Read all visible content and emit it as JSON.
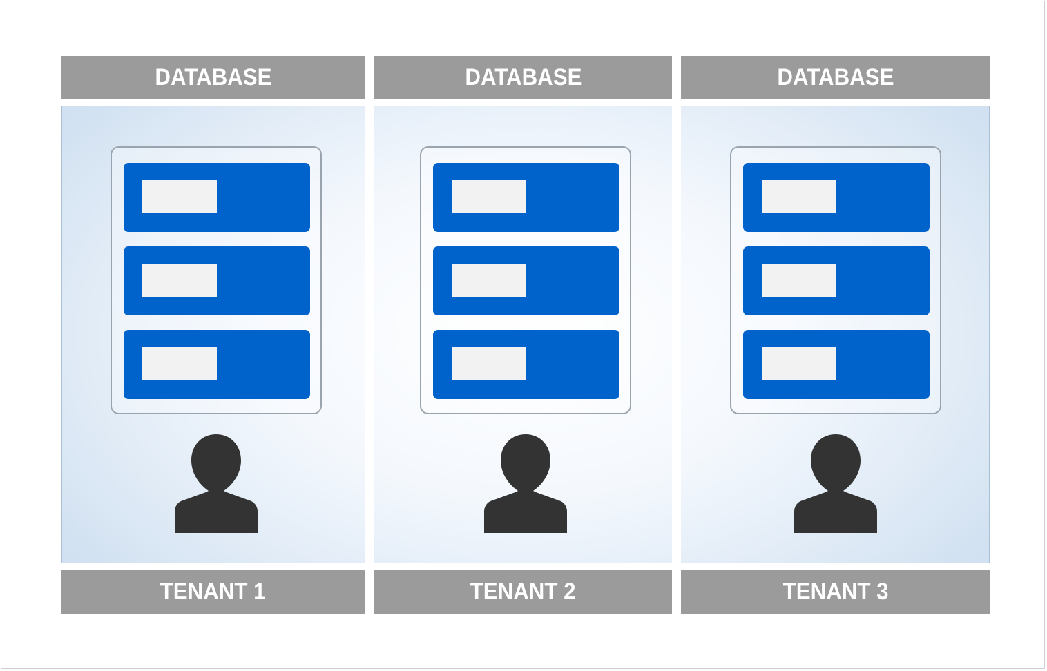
{
  "diagram": {
    "colors": {
      "label_bar": "#9b9b9b",
      "label_text": "#ffffff",
      "db_row": "#0063cc",
      "db_slot": "#f2f2f2",
      "person": "#333333"
    },
    "columns": [
      {
        "top_label": "DATABASE",
        "bottom_label": "TENANT 1",
        "db_rows": 3,
        "icon": "person-icon"
      },
      {
        "top_label": "DATABASE",
        "bottom_label": "TENANT 2",
        "db_rows": 3,
        "icon": "person-icon"
      },
      {
        "top_label": "DATABASE",
        "bottom_label": "TENANT 3",
        "db_rows": 3,
        "icon": "person-icon"
      }
    ]
  }
}
